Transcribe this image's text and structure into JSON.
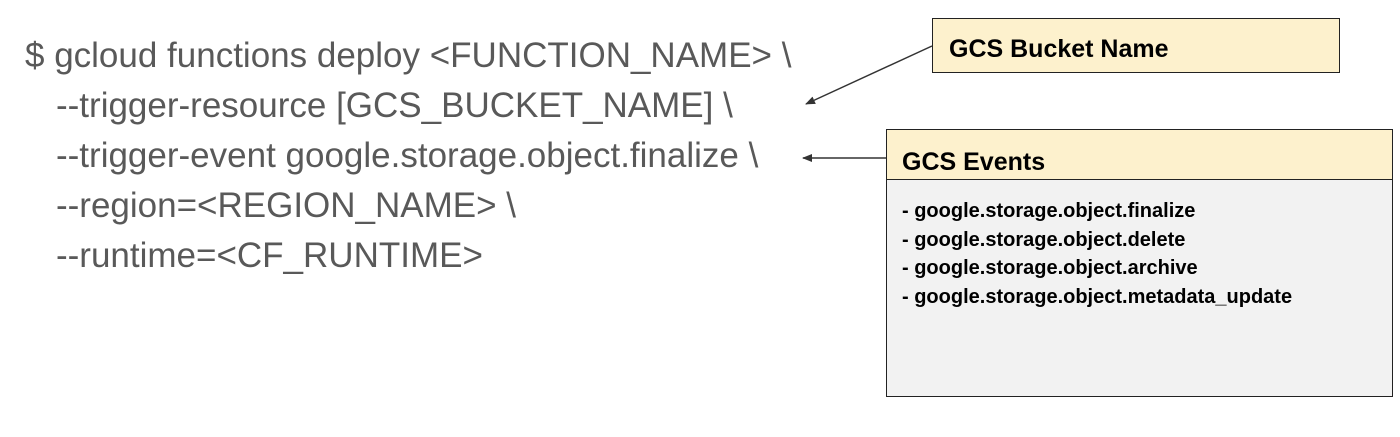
{
  "command": {
    "lines": [
      "$ gcloud functions deploy <FUNCTION_NAME> \\",
      "--trigger-resource [GCS_BUCKET_NAME] \\",
      "--trigger-event google.storage.object.finalize \\",
      "--region=<REGION_NAME> \\",
      "--runtime=<CF_RUNTIME>"
    ]
  },
  "bucket_callout": {
    "title": "GCS Bucket Name"
  },
  "events_callout": {
    "title": "GCS Events",
    "items": [
      "- google.storage.object.finalize",
      "- google.storage.object.delete",
      "- google.storage.object.archive",
      "- google.storage.object.metadata_update"
    ]
  },
  "colors": {
    "command_text": "#595959",
    "callout_header": "#fdf1cd",
    "callout_body": "#f2f2f2",
    "border": "#222222",
    "arrow": "#333333"
  }
}
